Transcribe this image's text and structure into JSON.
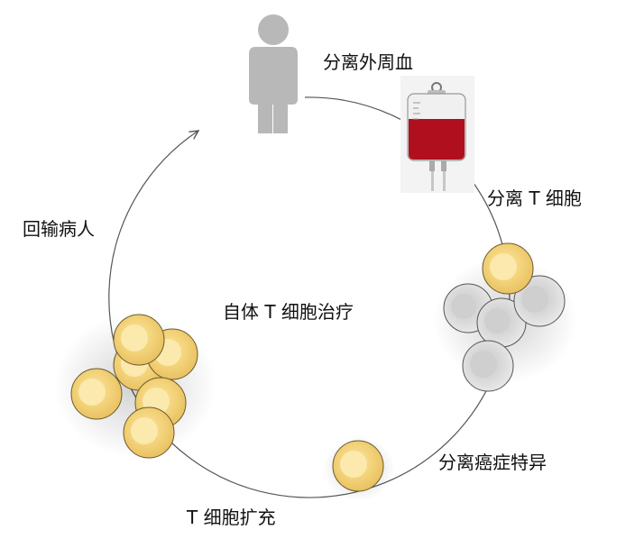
{
  "labels": {
    "center": "自体 T 细胞治疗",
    "step1": "分离外周血",
    "step2": "分离 T 细胞",
    "step3": "分离癌症特异",
    "step4": "T 细胞扩充",
    "step5": "回输病人"
  },
  "colors": {
    "cycle_line": "#555555",
    "person": "#b8b8b8",
    "blood": "#b0101e",
    "cell_yellow": "#f5d67a",
    "cell_yellow_edge": "#6b5a2e",
    "cell_gray": "#d8d8d8",
    "cell_gray_edge": "#555555"
  },
  "icons": [
    "person-icon",
    "blood-bag-icon"
  ]
}
